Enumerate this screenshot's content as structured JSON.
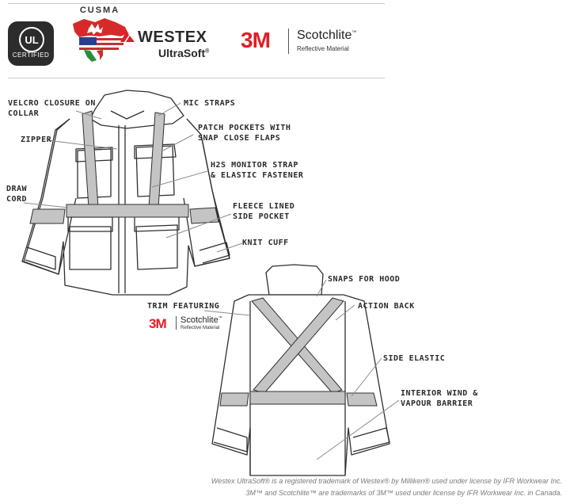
{
  "logos": {
    "ul": {
      "mark": "UL",
      "text": "CERTIFIED"
    },
    "cusma": {
      "label": "CUSMA"
    },
    "westex": {
      "brand": "WESTEX",
      "sub": "UltraSoft",
      "mark": "®"
    },
    "scotchlite": {
      "mark": "3M",
      "title": "Scotchlite",
      "tm": "™",
      "sub": "Reflective Material"
    }
  },
  "callouts": {
    "velcro": "VELCRO CLOSURE ON\nCOLLAR",
    "mic_straps": "MIC STRAPS",
    "zipper": "ZIPPER",
    "patch_pockets": "PATCH POCKETS WITH\nSNAP CLOSE FLAPS",
    "h2s": "H2S MONITOR STRAP\n& ELASTIC FASTENER",
    "draw_cord": "DRAW\nCORD",
    "fleece": "FLEECE LINED\nSIDE POCKET",
    "knit_cuff": "KNIT CUFF",
    "snaps_hood": "SNAPS FOR HOOD",
    "action_back": "ACTION BACK",
    "trim": "TRIM FEATURING",
    "side_elastic": "SIDE ELASTIC",
    "interior": "INTERIOR WIND &\nVAPOUR BARRIER"
  },
  "trim_logo": {
    "mark": "3M",
    "title": "Scotchlite",
    "tm": "™",
    "sub": "Reflective Material"
  },
  "footnotes": [
    "Westex UltraSoft® is a registered trademark of Westex® by Milliken® used under license by IFR Workwear Inc.",
    "3M™ and Scotchlite™ are trademarks of 3M™ used under license by IFR Workwear Inc. in Canada."
  ],
  "colors": {
    "outline": "#2f2f2f",
    "reflective_trim": "#c4c4c4",
    "accent_red": "#e01e26",
    "leader": "#8a8a8a"
  }
}
